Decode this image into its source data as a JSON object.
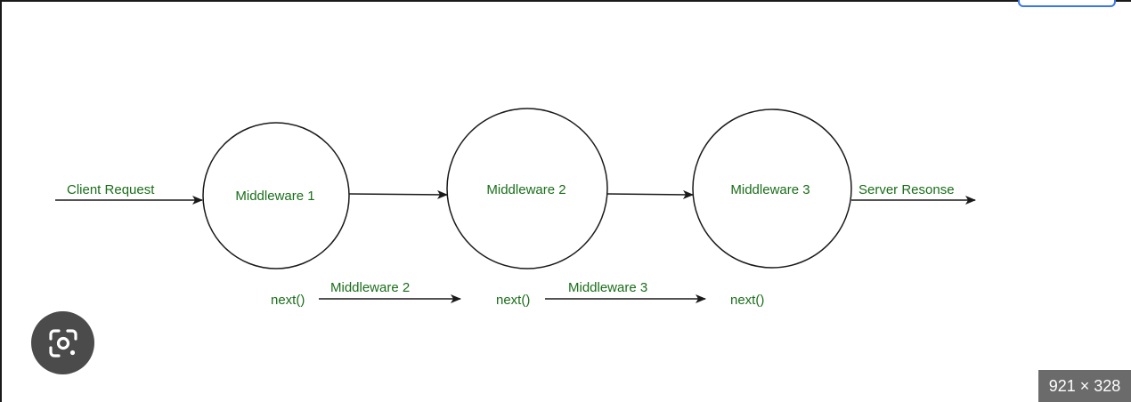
{
  "diagram": {
    "input_label": "Client Request",
    "output_label": "Server Resonse",
    "nodes": [
      {
        "label": "Middleware 1"
      },
      {
        "label": "Middleware 2"
      },
      {
        "label": "Middleware 3"
      }
    ],
    "next_calls": [
      {
        "call": "next()",
        "target": "Middleware 2"
      },
      {
        "call": "next()",
        "target": "Middleware 3"
      },
      {
        "call": "next()"
      }
    ],
    "colors": {
      "label_text": "#1a6e1a",
      "stroke": "#1a1a1a"
    }
  },
  "overlay": {
    "lens_icon": "google-lens-icon",
    "image_dimensions": "921 × 328"
  }
}
